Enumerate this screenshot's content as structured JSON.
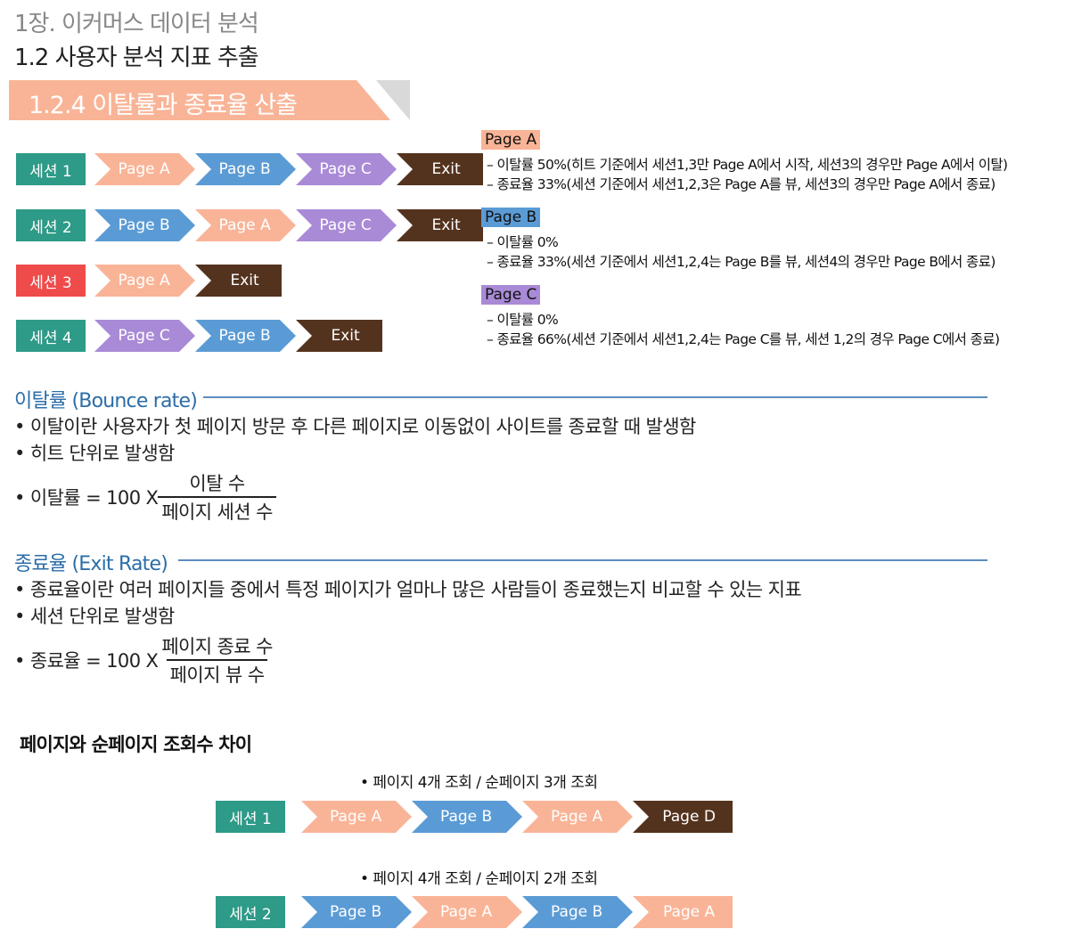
{
  "header": {
    "chapter": "1장. 이커머스 데이터 분석",
    "section": "1.2 사용자 분석 지표 추출",
    "banner": "1.2.4 이탈률과 종료율 산출"
  },
  "colors": {
    "session": "#2e9a88",
    "session_alert": "#ef4b4b",
    "pageA": "#f9b497",
    "pageB": "#5b9bd5",
    "pageC": "#a98ad6",
    "exit": "#54331e",
    "banner": "#f9b497",
    "banner_shadow": "#d9d9d9"
  },
  "flows": [
    {
      "session": "세션 1",
      "alert": false,
      "steps": [
        {
          "label": "Page A",
          "kind": "pageA"
        },
        {
          "label": "Page B",
          "kind": "pageB"
        },
        {
          "label": "Page C",
          "kind": "pageC"
        },
        {
          "label": "Exit",
          "kind": "exit"
        }
      ]
    },
    {
      "session": "세션 2",
      "alert": false,
      "steps": [
        {
          "label": "Page B",
          "kind": "pageB"
        },
        {
          "label": "Page A",
          "kind": "pageA"
        },
        {
          "label": "Page C",
          "kind": "pageC"
        },
        {
          "label": "Exit",
          "kind": "exit"
        }
      ]
    },
    {
      "session": "세션 3",
      "alert": true,
      "steps": [
        {
          "label": "Page A",
          "kind": "pageA"
        },
        {
          "label": "Exit",
          "kind": "exit"
        }
      ]
    },
    {
      "session": "세션 4",
      "alert": false,
      "steps": [
        {
          "label": "Page C",
          "kind": "pageC"
        },
        {
          "label": "Page B",
          "kind": "pageB"
        },
        {
          "label": "Exit",
          "kind": "exit"
        }
      ]
    }
  ],
  "notes": [
    {
      "tag": "Page A",
      "kind": "pageA",
      "lines": [
        "– 이탈률 50%(히트 기준에서 세션1,3만 Page A에서 시작, 세션3의 경우만 Page A에서 이탈)",
        "– 종료율 33%(세션 기준에서 세션1,2,3은 Page A를 뷰, 세션3의 경우만 Page A에서 종료)"
      ]
    },
    {
      "tag": "Page B",
      "kind": "pageB",
      "lines": [
        "– 이탈률 0%",
        "– 종료율 33%(세션 기준에서 세션1,2,4는 Page B를 뷰, 세션4의 경우만 Page B에서 종료)"
      ]
    },
    {
      "tag": "Page C",
      "kind": "pageC",
      "lines": [
        "– 이탈률 0%",
        "– 종료율 66%(세션 기준에서 세션1,2,4는 Page C를 뷰, 세션 1,2의 경우 Page C에서 종료)"
      ]
    }
  ],
  "bounce": {
    "title": "이탈률 (Bounce rate)",
    "bullet1": "• 이탈이란 사용자가 첫 페이지 방문 후 다른 페이지로 이동없이 사이트를 종료할 때 발생함",
    "bullet2": "• 히트 단위로 발생함",
    "formula_prefix": "• 이탈률 = 100 X",
    "numerator": "이탈 수",
    "denominator": "페이지 세션 수"
  },
  "exit_rate": {
    "title": "종료율 (Exit Rate)",
    "bullet1": "• 종료율이란 여러 페이지들 중에서 특정 페이지가 얼마나 많은 사람들이 종료했는지 비교할 수 있는 지표",
    "bullet2": "• 세션 단위로 발생함",
    "formula_prefix": "• 종료율 = 100 X",
    "numerator": "페이지 종료 수",
    "denominator": "페이지 뷰 수"
  },
  "compare": {
    "title": "페이지와 순페이지 조회수 차이",
    "flows": [
      {
        "caption": "• 페이지 4개 조회 / 순페이지 3개 조회",
        "session": "세션 1",
        "steps": [
          {
            "label": "Page A",
            "kind": "pageA"
          },
          {
            "label": "Page B",
            "kind": "pageB"
          },
          {
            "label": "Page A",
            "kind": "pageA"
          },
          {
            "label": "Page D",
            "kind": "exit"
          }
        ]
      },
      {
        "caption": "• 페이지 4개 조회 / 순페이지 2개 조회",
        "session": "세션 2",
        "steps": [
          {
            "label": "Page B",
            "kind": "pageB"
          },
          {
            "label": "Page A",
            "kind": "pageA"
          },
          {
            "label": "Page B",
            "kind": "pageB"
          },
          {
            "label": "Page A",
            "kind": "pageA"
          }
        ]
      }
    ]
  }
}
